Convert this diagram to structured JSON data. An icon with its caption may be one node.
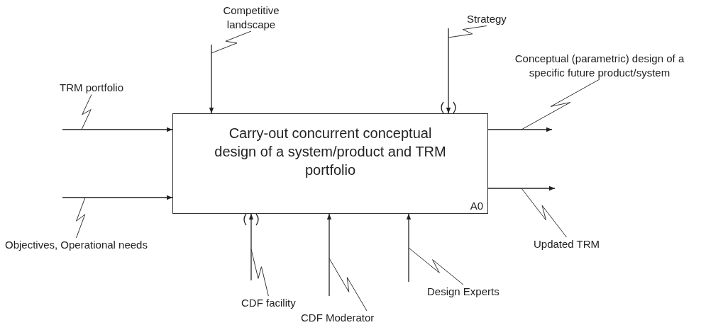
{
  "diagram": {
    "nodes": [
      {
        "text": [
          "Carry-out concurrent conceptual design of a system/product and TRM portfolio",
          "A0"
        ]
      },
      {
        "text": [
          "TRM portfolio"
        ]
      },
      {
        "text": [
          "Objectives, Operational needs"
        ]
      },
      {
        "text": [
          "Competitive landscape"
        ]
      },
      {
        "text": [
          "Strategy"
        ]
      },
      {
        "text": [
          "Conceptual (parametric) design of a specific future product/system"
        ]
      },
      {
        "text": [
          "Updated TRM"
        ]
      },
      {
        "text": [
          "CDF facility"
        ]
      },
      {
        "text": [
          "CDF Moderator"
        ]
      },
      {
        "text": [
          "Design Experts"
        ]
      }
    ],
    "edges": [
      {
        "from": null,
        "to": 0,
        "arrow": "to"
      },
      {
        "from": null,
        "to": 0,
        "arrow": "to"
      },
      {
        "from": null,
        "to": 0,
        "arrow": "to"
      },
      {
        "from": null,
        "to": 0,
        "arrow": "to"
      },
      {
        "from": 0,
        "to": null,
        "arrow": "to"
      },
      {
        "from": 0,
        "to": null,
        "arrow": "to"
      },
      {
        "from": null,
        "to": 0,
        "arrow": "to"
      },
      {
        "from": null,
        "to": 0,
        "arrow": "to"
      },
      {
        "from": null,
        "to": 0,
        "arrow": "to"
      },
      {
        "from": 1,
        "to": null,
        "arrow": "none"
      },
      {
        "from": 2,
        "to": null,
        "arrow": "none"
      },
      {
        "from": 3,
        "to": null,
        "arrow": "none"
      },
      {
        "from": 4,
        "to": null,
        "arrow": "none"
      },
      {
        "from": 5,
        "to": null,
        "arrow": "none"
      },
      {
        "from": 6,
        "to": null,
        "arrow": "none"
      },
      {
        "from": 7,
        "to": null,
        "arrow": "none"
      },
      {
        "from": 8,
        "to": null,
        "arrow": "none"
      },
      {
        "from": 9,
        "to": null,
        "arrow": "none"
      }
    ]
  }
}
